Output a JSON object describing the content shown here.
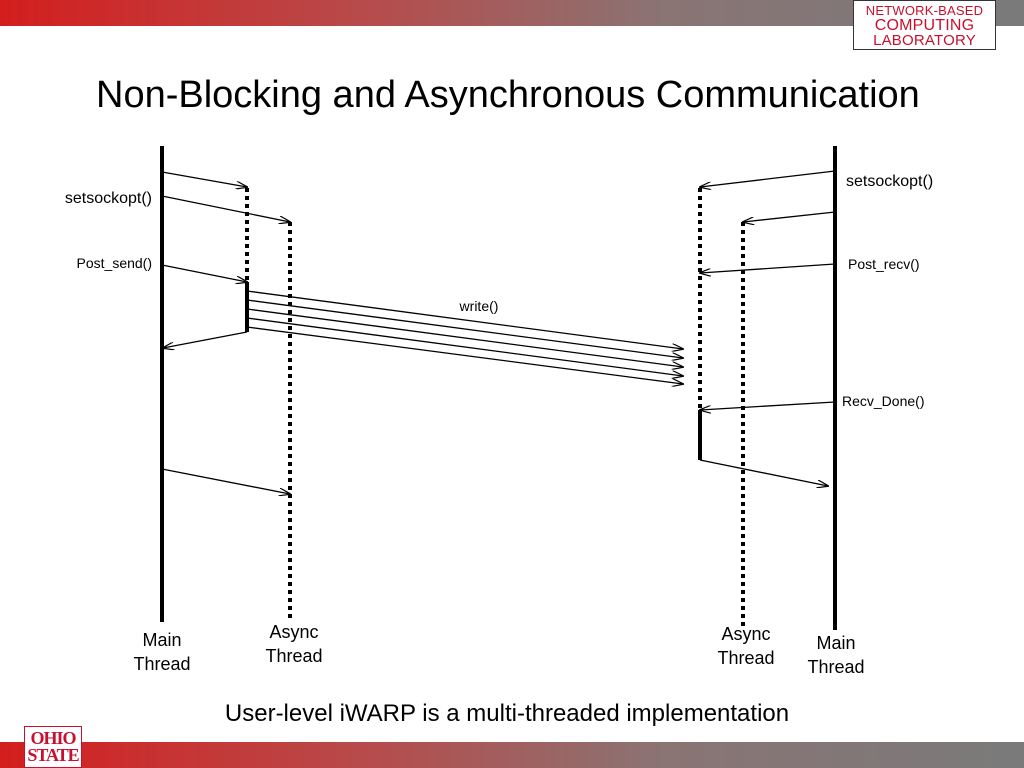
{
  "header": {
    "lab_logo": [
      "NETWORK-BASED",
      "COMPUTING",
      "LABORATORY"
    ],
    "title": "Non-Blocking and Asynchronous Communication"
  },
  "diagram": {
    "labels": {
      "setsockopt_left": "setsockopt()",
      "setsockopt_right": "setsockopt()",
      "post_send": "Post_send()",
      "post_recv": "Post_recv()",
      "write": "write()",
      "recv_done": "Recv_Done()"
    },
    "threads": {
      "main_left": [
        "Main",
        "Thread"
      ],
      "async_left": [
        "Async",
        "Thread"
      ],
      "async_right": [
        "Async",
        "Thread"
      ],
      "main_right": [
        "Main",
        "Thread"
      ]
    }
  },
  "caption": "User-level iWARP is a multi-threaded implementation",
  "footer": {
    "osu_logo": [
      "OHIO",
      "STATE"
    ]
  },
  "colors": {
    "accent": "#c8102e",
    "bar_start": "#d41e1e",
    "bar_end": "#7a7a7a"
  }
}
